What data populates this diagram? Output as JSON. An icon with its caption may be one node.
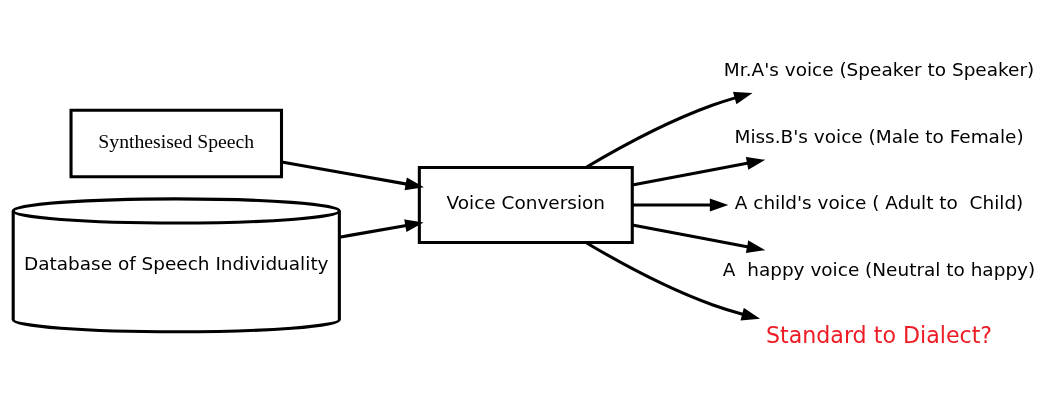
{
  "diagram": {
    "nodes": [
      {
        "text": [
          "Synthesised Speech"
        ]
      },
      {
        "text": [
          "Voice Conversion"
        ]
      },
      {
        "text": [
          "Database of Speech Individuality"
        ]
      },
      {
        "text": [
          "Mr.A's voice (Speaker to Speaker)"
        ]
      },
      {
        "text": [
          "Miss.B's voice (Male to Female)"
        ]
      },
      {
        "text": [
          "A child's voice ( Adult to  Child)"
        ]
      },
      {
        "text": [
          "A  happy voice (Neutral to happy)"
        ]
      },
      {
        "text": [
          "Standard to Dialect?"
        ]
      }
    ],
    "edges": [
      {
        "from": 0,
        "to": 1,
        "arrow": "to"
      },
      {
        "from": 2,
        "to": 1,
        "arrow": "to"
      },
      {
        "from": 1,
        "to": 3,
        "arrow": "to"
      },
      {
        "from": 1,
        "to": 4,
        "arrow": "to"
      },
      {
        "from": 1,
        "to": 5,
        "arrow": "to"
      },
      {
        "from": 1,
        "to": 6,
        "arrow": "to"
      },
      {
        "from": 1,
        "to": 7,
        "arrow": "to"
      }
    ]
  }
}
